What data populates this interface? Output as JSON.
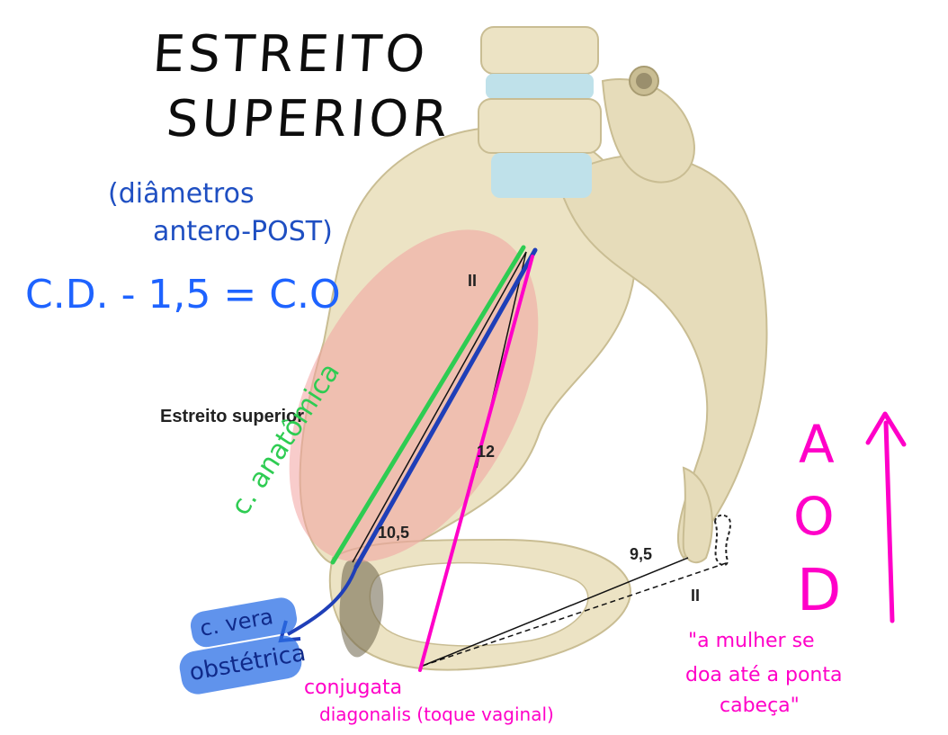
{
  "title": {
    "line1": "ESTREITO",
    "line2": "SUPERIOR"
  },
  "blue_note": {
    "line1": "(diâmetros",
    "line2": "antero-POST)",
    "formula": "C.D. - 1,5 = C.O"
  },
  "labels": {
    "estreito_superior": "Estreito superior",
    "ii_top": "II",
    "twelve": "12",
    "ten_five": "10,5",
    "nine_five": "9,5",
    "ii_bottom": "II"
  },
  "annotations": {
    "anatomica": "c. anatômica",
    "vera_line1": "c. vera",
    "vera_line2": "obstétrica",
    "diagonalis_line1": "conjugata",
    "diagonalis_line2": "diagonalis (toque vaginal)",
    "aod_a": "A",
    "aod_o": "O",
    "aod_d": "D",
    "quote_line1": "\"a mulher se",
    "quote_line2": "doa até a ponta",
    "quote_line3": "cabeça\""
  },
  "colors": {
    "bone": "#ece3c4",
    "bone_shadow": "#c9bd93",
    "cartilage": "#bfe1ea",
    "inlet_ellipse": "#f2a3a0",
    "green": "#2ecc52",
    "navy": "#1f3fb8",
    "magenta": "#ff00c8",
    "blue": "#1e63ff"
  }
}
